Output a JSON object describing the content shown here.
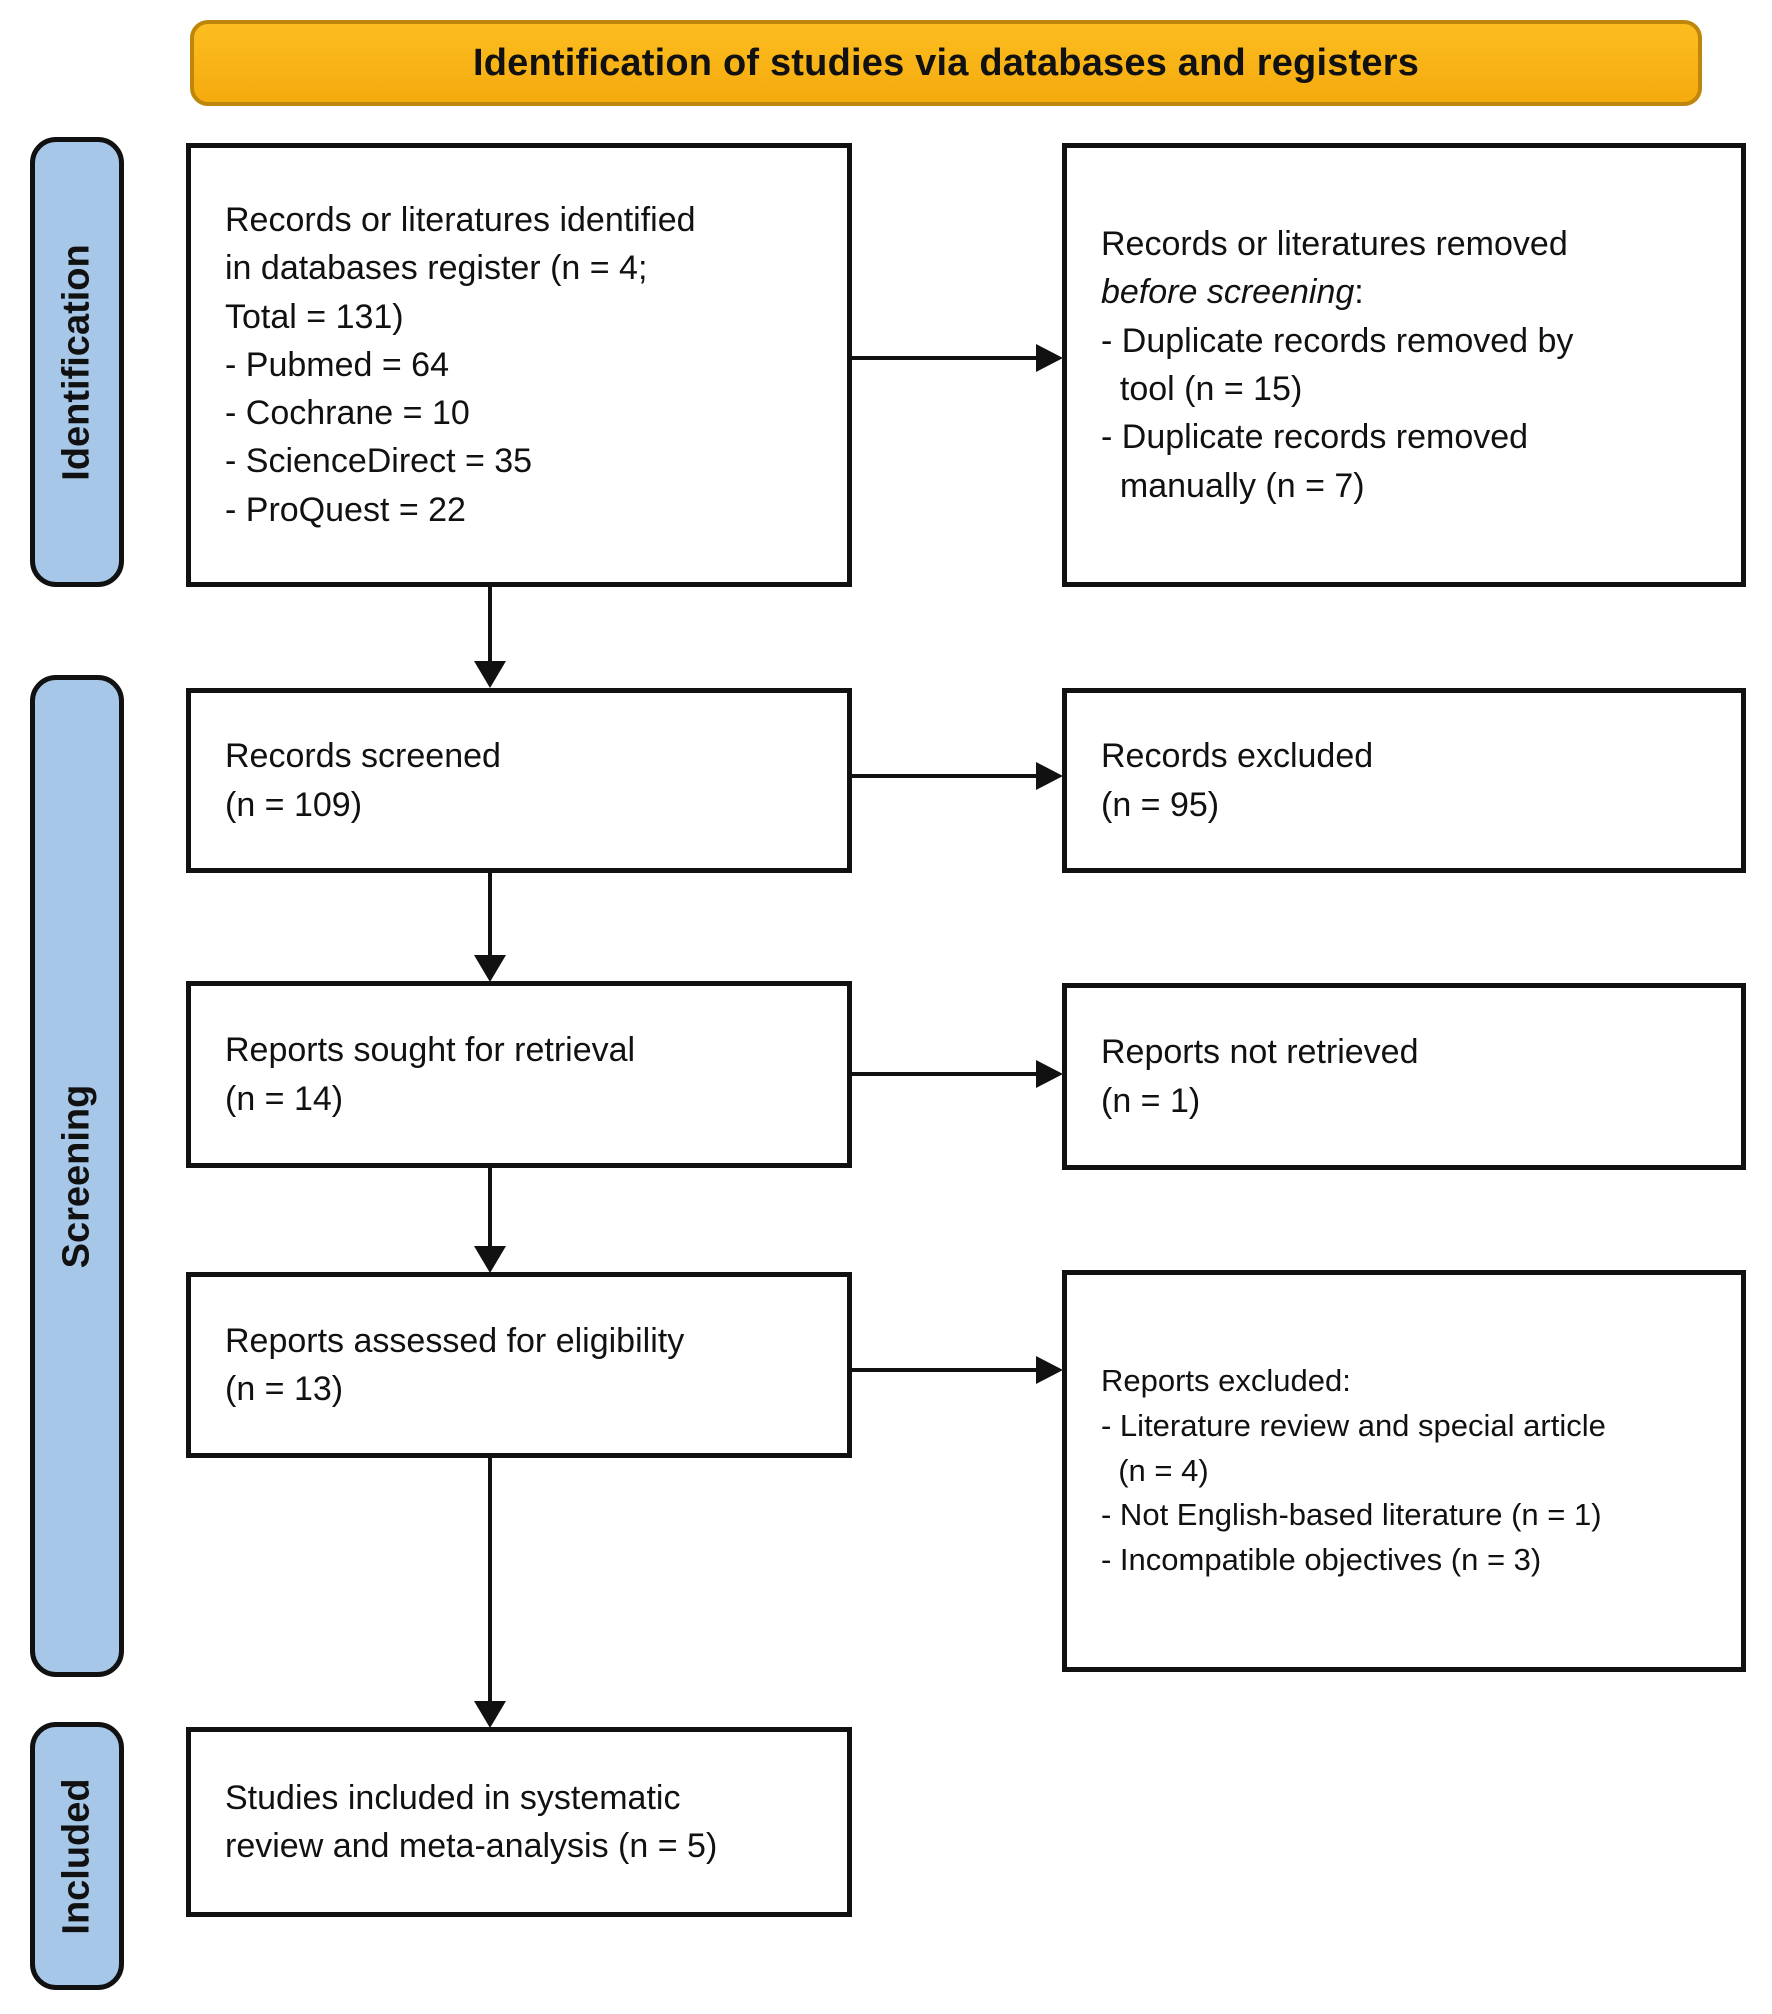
{
  "banner": {
    "title": "Identification of studies via databases and registers"
  },
  "stages": [
    {
      "label": "Identification"
    },
    {
      "label": "Screening"
    },
    {
      "label": "Included"
    }
  ],
  "left_boxes": [
    {
      "name": "records-identified",
      "lines": [
        "Records or literatures identified",
        "in databases register (n = 4;",
        "Total = 131)",
        "- Pubmed = 64",
        "- Cochrane = 10",
        "- ScienceDirect = 35",
        "- ProQuest = 22"
      ]
    },
    {
      "name": "records-screened",
      "lines": [
        "Records screened",
        "(n = 109)"
      ]
    },
    {
      "name": "reports-sought-for-retrieval",
      "lines": [
        "Reports sought for retrieval",
        "(n = 14)"
      ]
    },
    {
      "name": "reports-assessed-for-eligibility",
      "lines": [
        "Reports assessed for eligibility",
        "(n = 13)"
      ]
    },
    {
      "name": "studies-included",
      "lines": [
        "Studies included in systematic",
        "review and meta-analysis (n = 5)"
      ]
    }
  ],
  "right_boxes": [
    {
      "name": "records-removed-before-screening",
      "line1": "Records or literatures removed",
      "line2_italic": "before screening",
      "line2_suffix": ":",
      "lines": [
        "- Duplicate records removed by",
        "  tool (n = 15)",
        "- Duplicate records removed",
        "  manually (n = 7)"
      ]
    },
    {
      "name": "records-excluded",
      "lines": [
        "Records excluded",
        "(n = 95)"
      ]
    },
    {
      "name": "reports-not-retrieved",
      "lines": [
        "Reports not retrieved",
        "(n = 1)"
      ]
    },
    {
      "name": "reports-excluded",
      "lines": [
        "Reports excluded:",
        "- Literature review and special article",
        "  (n = 4)",
        "- Not English-based literature (n = 1)",
        "- Incompatible objectives (n = 3)"
      ]
    }
  ],
  "colors": {
    "banner_fill": "#f7b113",
    "banner_border": "#bf860c",
    "stage_fill": "#a6c7e8",
    "box_border": "#111111",
    "arrow": "#111111"
  }
}
